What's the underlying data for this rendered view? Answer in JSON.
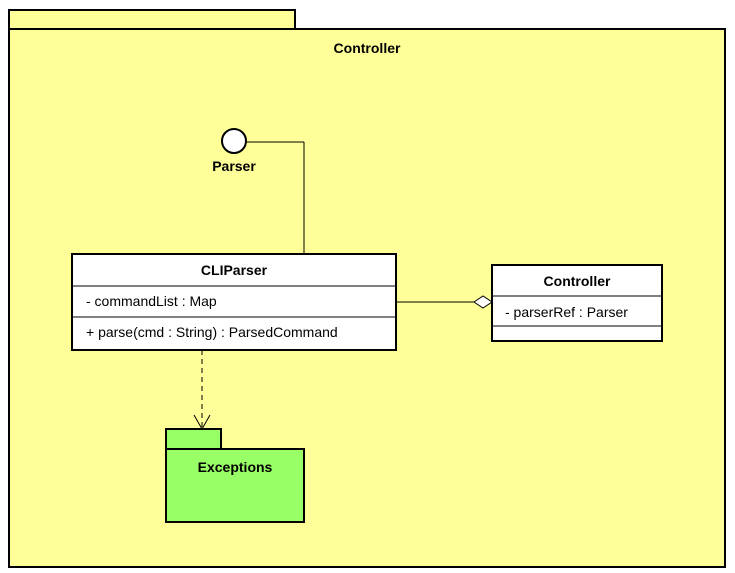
{
  "package": {
    "name": "Controller",
    "fill": "#ffff99",
    "stroke": "#000000"
  },
  "interface": {
    "name": "Parser"
  },
  "classes": {
    "cliparser": {
      "name": "CLIParser",
      "attributes": [
        "- commandList : Map"
      ],
      "operations": [
        "+ parse(cmd : String) : ParsedCommand"
      ]
    },
    "controller": {
      "name": "Controller",
      "attributes": [
        "- parserRef : Parser"
      ],
      "operations": []
    }
  },
  "subpackage": {
    "name": "Exceptions",
    "fill": "#99ff66"
  }
}
